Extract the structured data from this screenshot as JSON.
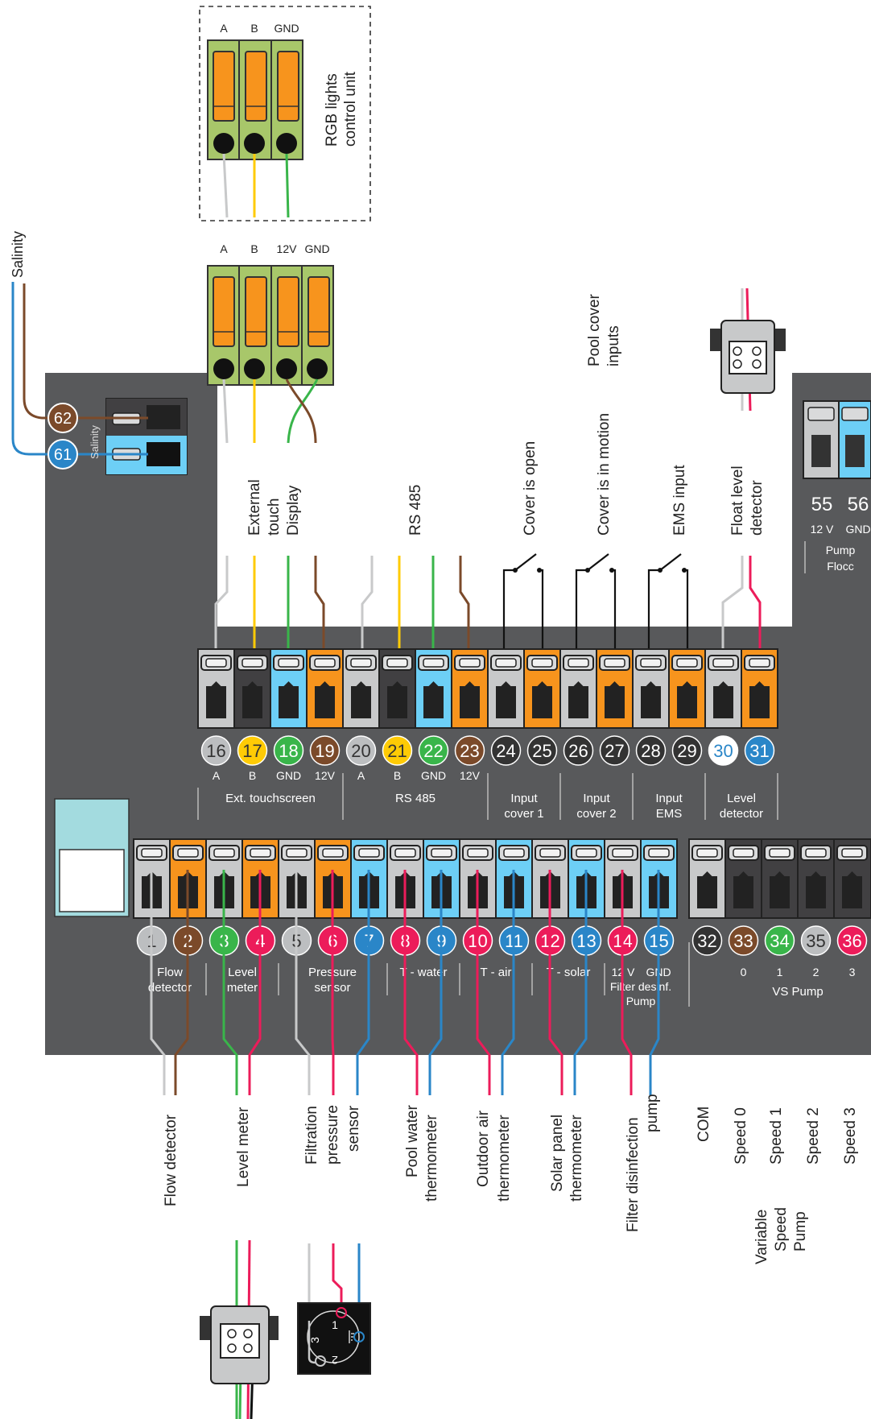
{
  "colors": {
    "panel": "#58595b",
    "green_block": "#a8c76a",
    "orange": "#f7941d",
    "grey": "#c8c9ca",
    "light_blue": "#6dcff6",
    "dark_grey": "#414042",
    "teal_label": "#a3dbdf"
  },
  "rgb_unit": {
    "title_line1": "RGB lights",
    "title_line2": "control unit",
    "pins": [
      "A",
      "B",
      "GND"
    ]
  },
  "display_connector": {
    "pins": [
      "A",
      "B",
      "12V",
      "GND"
    ]
  },
  "salinity": {
    "label": "Salinity",
    "panel_label": "Salinity",
    "terminals": [
      {
        "num": "62",
        "color": "#7b4a2a"
      },
      {
        "num": "61",
        "color": "#2a86c8"
      }
    ]
  },
  "top_labels": {
    "ext_display_1": "External",
    "ext_display_2": "touch",
    "ext_display_3": "Display",
    "rs485": "RS 485",
    "pool_cover_1": "Pool cover",
    "pool_cover_2": "inputs",
    "cover_open": "Cover is open",
    "cover_motion": "Cover is in motion",
    "ems_input": "EMS input",
    "float_1": "Float level",
    "float_2": "detector"
  },
  "pump_flocc": {
    "terminals": [
      "55",
      "56"
    ],
    "subs": [
      "12 V",
      "GND"
    ],
    "label_1": "Pump",
    "label_2": "Flocc"
  },
  "row1": {
    "terminals": [
      {
        "num": "16",
        "color": "#bcbec0",
        "text": "#333333",
        "sub": "A"
      },
      {
        "num": "17",
        "color": "#ffcb05",
        "text": "#333333",
        "sub": "B"
      },
      {
        "num": "18",
        "color": "#39b54a",
        "text": "#ffffff",
        "sub": "GND"
      },
      {
        "num": "19",
        "color": "#7b4a2a",
        "text": "#ffffff",
        "sub": "12V"
      },
      {
        "num": "20",
        "color": "#bcbec0",
        "text": "#333333",
        "sub": "A"
      },
      {
        "num": "21",
        "color": "#ffcb05",
        "text": "#333333",
        "sub": "B"
      },
      {
        "num": "22",
        "color": "#39b54a",
        "text": "#ffffff",
        "sub": "GND"
      },
      {
        "num": "23",
        "color": "#7b4a2a",
        "text": "#ffffff",
        "sub": "12V"
      },
      {
        "num": "24",
        "color": "#333333",
        "text": "#ffffff",
        "sub": ""
      },
      {
        "num": "25",
        "color": "#333333",
        "text": "#ffffff",
        "sub": ""
      },
      {
        "num": "26",
        "color": "#333333",
        "text": "#ffffff",
        "sub": ""
      },
      {
        "num": "27",
        "color": "#333333",
        "text": "#ffffff",
        "sub": ""
      },
      {
        "num": "28",
        "color": "#333333",
        "text": "#ffffff",
        "sub": ""
      },
      {
        "num": "29",
        "color": "#333333",
        "text": "#ffffff",
        "sub": ""
      },
      {
        "num": "30",
        "color": "#ffffff",
        "text": "#2a86c8",
        "sub": ""
      },
      {
        "num": "31",
        "color": "#2a86c8",
        "text": "#ffffff",
        "sub": ""
      }
    ],
    "groups": {
      "ext_touchscreen": "Ext. touchscreen",
      "rs485": "RS 485",
      "input_cover1_1": "Input",
      "input_cover1_2": "cover 1",
      "input_cover2_1": "Input",
      "input_cover2_2": "cover 2",
      "input_ems_1": "Input",
      "input_ems_2": "EMS",
      "level_detector_1": "Level",
      "level_detector_2": "detector"
    }
  },
  "row2": {
    "terminals": [
      {
        "num": "1",
        "color": "#bcbec0",
        "text": "#333333"
      },
      {
        "num": "2",
        "color": "#7b4a2a",
        "text": "#ffffff"
      },
      {
        "num": "3",
        "color": "#39b54a",
        "text": "#ffffff"
      },
      {
        "num": "4",
        "color": "#ec1c5a",
        "text": "#ffffff"
      },
      {
        "num": "5",
        "color": "#bcbec0",
        "text": "#333333"
      },
      {
        "num": "6",
        "color": "#ec1c5a",
        "text": "#ffffff"
      },
      {
        "num": "7",
        "color": "#2a86c8",
        "text": "#ffffff"
      },
      {
        "num": "8",
        "color": "#ec1c5a",
        "text": "#ffffff"
      },
      {
        "num": "9",
        "color": "#2a86c8",
        "text": "#ffffff"
      },
      {
        "num": "10",
        "color": "#ec1c5a",
        "text": "#ffffff"
      },
      {
        "num": "11",
        "color": "#2a86c8",
        "text": "#ffffff"
      },
      {
        "num": "12",
        "color": "#ec1c5a",
        "text": "#ffffff"
      },
      {
        "num": "13",
        "color": "#2a86c8",
        "text": "#ffffff"
      },
      {
        "num": "14",
        "color": "#ec1c5a",
        "text": "#ffffff"
      },
      {
        "num": "15",
        "color": "#2a86c8",
        "text": "#ffffff"
      }
    ],
    "groups": {
      "flow_1": "Flow",
      "flow_2": "detector",
      "level_1": "Level",
      "level_2": "meter",
      "pressure_1": "Pressure",
      "pressure_2": "sensor",
      "t_water": "T - water",
      "t_air": "T - air",
      "t_solar": "T - solar",
      "sub_14": "12 V",
      "sub_15": "GND",
      "filter_1": "Filter desinf.",
      "filter_2": "Pump"
    }
  },
  "vs_pump": {
    "terminals": [
      {
        "num": "32",
        "color": "#333333",
        "text": "#ffffff",
        "sub": ""
      },
      {
        "num": "33",
        "color": "#7b4a2a",
        "text": "#ffffff",
        "sub": "0"
      },
      {
        "num": "34",
        "color": "#39b54a",
        "text": "#ffffff",
        "sub": "1"
      },
      {
        "num": "35",
        "color": "#bcbec0",
        "text": "#333333",
        "sub": "2"
      },
      {
        "num": "36",
        "color": "#ec1c5a",
        "text": "#ffffff",
        "sub": "3"
      }
    ],
    "label": "VS Pump"
  },
  "bottom_labels": {
    "flow_detector": "Flow detector",
    "level_meter": "Level meter",
    "filtration_1": "Filtration",
    "filtration_2": "pressure",
    "filtration_3": "sensor",
    "pool_water_1": "Pool water",
    "pool_water_2": "thermometer",
    "outdoor_air_1": "Outdoor air",
    "outdoor_air_2": "thermometer",
    "solar_panel_1": "Solar panel",
    "solar_panel_2": "thermometer",
    "filter_disinfection_1": "Filter disinfection",
    "filter_disinfection_2": "pump",
    "com": "COM",
    "speed0": "Speed 0",
    "speed1": "Speed 1",
    "speed2": "Speed 2",
    "speed3": "Speed 3",
    "variable_1": "Variable",
    "variable_2": "Speed",
    "variable_3": "Pump"
  },
  "sensor_pins": [
    "1",
    "2",
    "3"
  ]
}
